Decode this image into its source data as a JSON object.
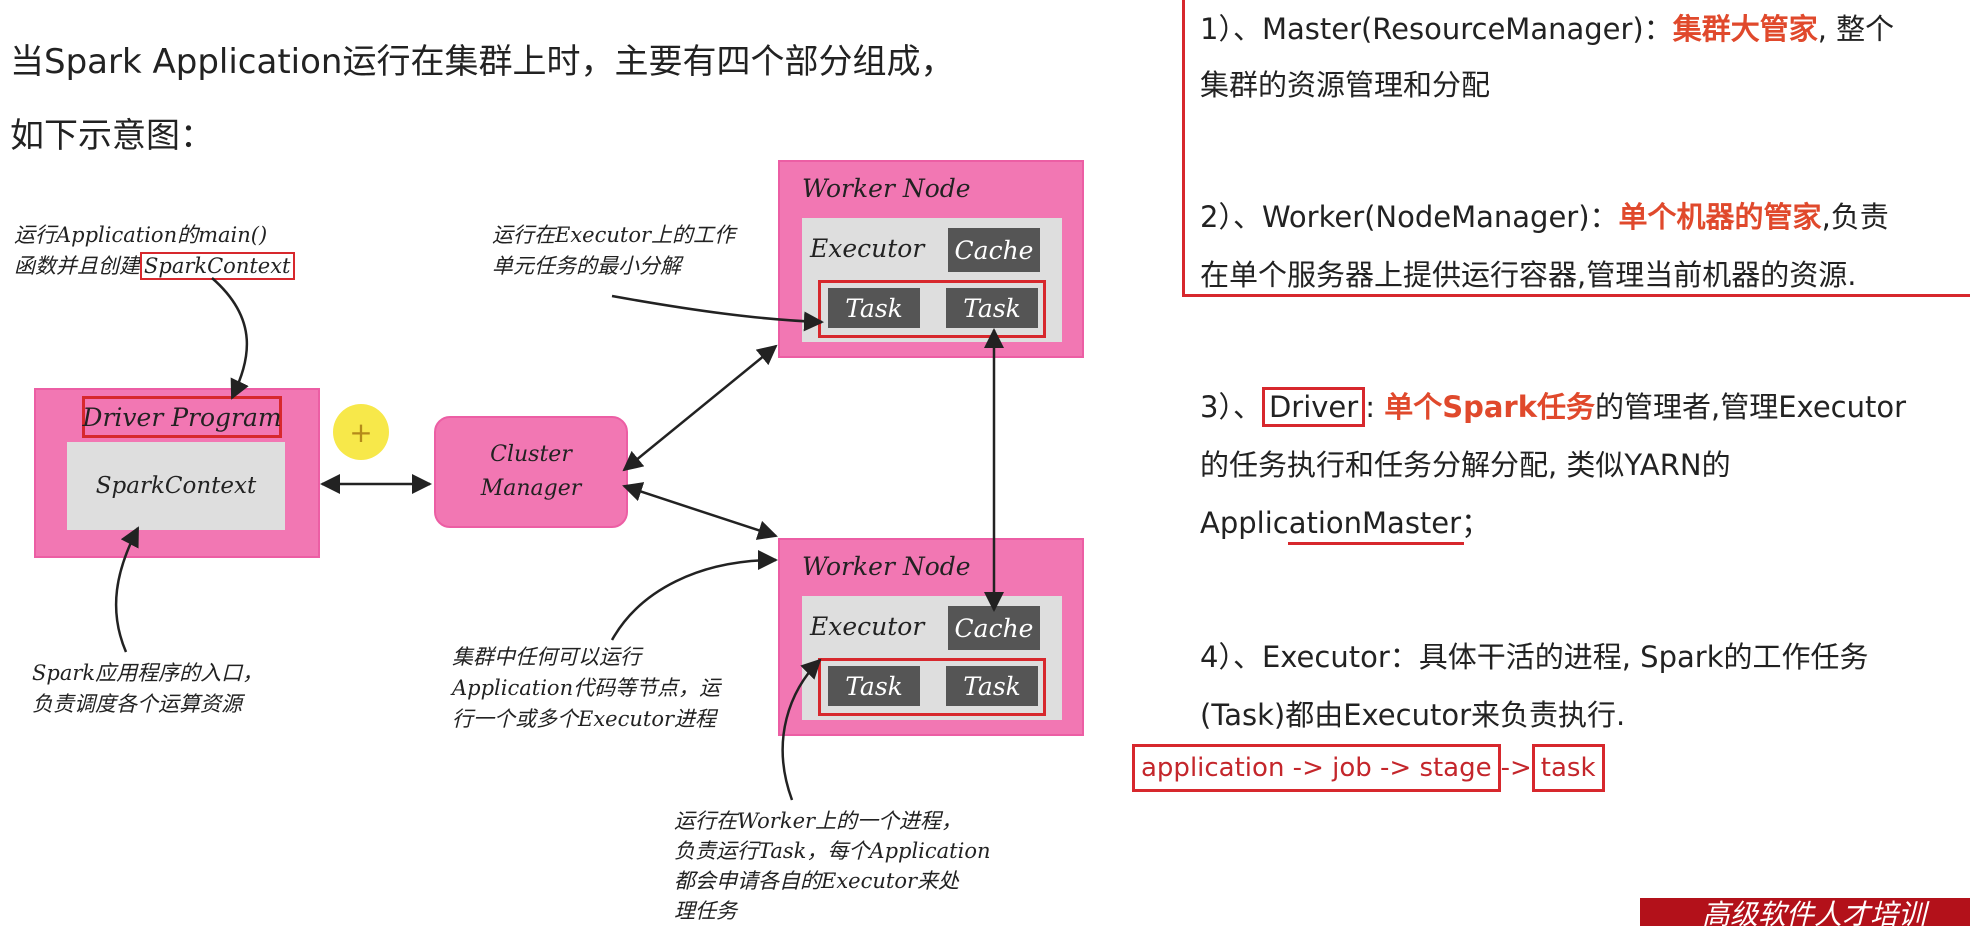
{
  "intro": {
    "line1": "当Spark Application运行在集群上时，主要有四个部分组成，",
    "line2": "如下示意图："
  },
  "diagram": {
    "note_main": {
      "line1": "运行Application的main()",
      "line2_prefix": "函数并且创建",
      "line2_highlight": "SparkContext"
    },
    "note_task": {
      "line1": "运行在Executor上的工作",
      "line2": "单元任务的最小分解"
    },
    "note_entry": {
      "line1": "Spark应用程序的入口，",
      "line2": "负责调度各个运算资源"
    },
    "note_worker": {
      "line1": "集群中任何可以运行",
      "line2": "Application代码等节点，运",
      "line3": "行一个或多个Executor进程"
    },
    "note_executor": {
      "line1": "运行在Worker上的一个进程，",
      "line2": "负责运行Task，每个Application",
      "line3": "都会申请各自的Executor来处",
      "line4": "理任务"
    },
    "driver": {
      "title": "Driver  Program",
      "context": "SparkContext"
    },
    "cluster_manager": {
      "line1": "Cluster",
      "line2": "Manager"
    },
    "worker_nodes": [
      {
        "title": "Worker Node",
        "executor": "Executor",
        "cache": "Cache",
        "tasks": [
          "Task",
          "Task"
        ]
      },
      {
        "title": "Worker Node",
        "executor": "Executor",
        "cache": "Cache",
        "tasks": [
          "Task",
          "Task"
        ]
      }
    ],
    "cursor_symbol": "+"
  },
  "explanations": {
    "item1": {
      "prefix": "1）、Master(ResourceManager)：",
      "highlight": "集群大管家",
      "suffix": ", 整个",
      "line2": "集群的资源管理和分配"
    },
    "item2": {
      "prefix": "2）、Worker(NodeManager)：",
      "highlight": "单个机器的管家",
      "suffix": ",负责",
      "line2": "在单个服务器上提供运行容器,管理当前机器的资源."
    },
    "item3": {
      "prefix": "3）、",
      "boxed": "Driver",
      "colon": ":",
      "highlight": "单个Spark任务",
      "suffix": "的管理者,管理Executor",
      "line2": "的任务执行和任务分解分配, 类似YARN的",
      "line3": "ApplicationMaster；"
    },
    "item4": {
      "line1": "4）、Executor：具体干活的进程, Spark的工作任务",
      "line2": "(Task)都由Executor来负责执行."
    },
    "flow": {
      "part1": "application -> job -> stage",
      "arrow": " -> ",
      "part2": "task"
    }
  },
  "banner": {
    "text": "高级软件人才培训"
  },
  "colors": {
    "pink": "#f277b3",
    "red_frame": "#d7282d",
    "highlight": "#e0492c",
    "task_box": "#555555",
    "gray_box": "#dedede",
    "cursor_yellow": "#f7e84a"
  }
}
